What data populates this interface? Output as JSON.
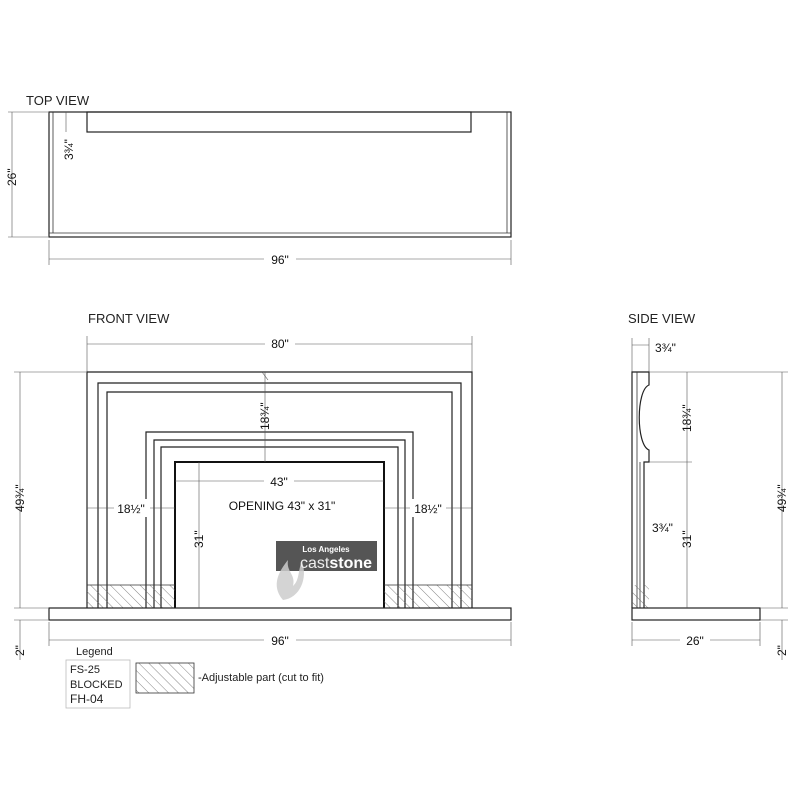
{
  "views": {
    "top": "TOP VIEW",
    "front": "FRONT VIEW",
    "side": "SIDE VIEW"
  },
  "dimensions": {
    "top_depth": "26\"",
    "top_width": "96\"",
    "top_inset": "3¾\"",
    "front_width_80": "80\"",
    "front_width_96": "96\"",
    "front_height": "49¾\"",
    "front_top_band": "18¾\"",
    "opening_width": "43\"",
    "opening_height": "31\"",
    "side_leg_left": "18½\"",
    "side_leg_right": "18½\"",
    "hearth_height": "2\"",
    "side_depth_top": "3¾\"",
    "side_top_band": "18¾\"",
    "side_leg_depth": "3¾\"",
    "side_opening_height": "31\"",
    "side_total_height": "49¾\"",
    "side_base_depth": "26\"",
    "side_hearth_height": "2\""
  },
  "opening_label": "OPENING 43\" x 31\"",
  "logo": {
    "line1": "Los Angeles",
    "part1": "cast",
    "part2": "stone"
  },
  "legend": {
    "title": "Legend",
    "codes": [
      "FS-25",
      "BLOCKED",
      "FH-04"
    ],
    "hatch_text": "-Adjustable part (cut to fit)"
  }
}
